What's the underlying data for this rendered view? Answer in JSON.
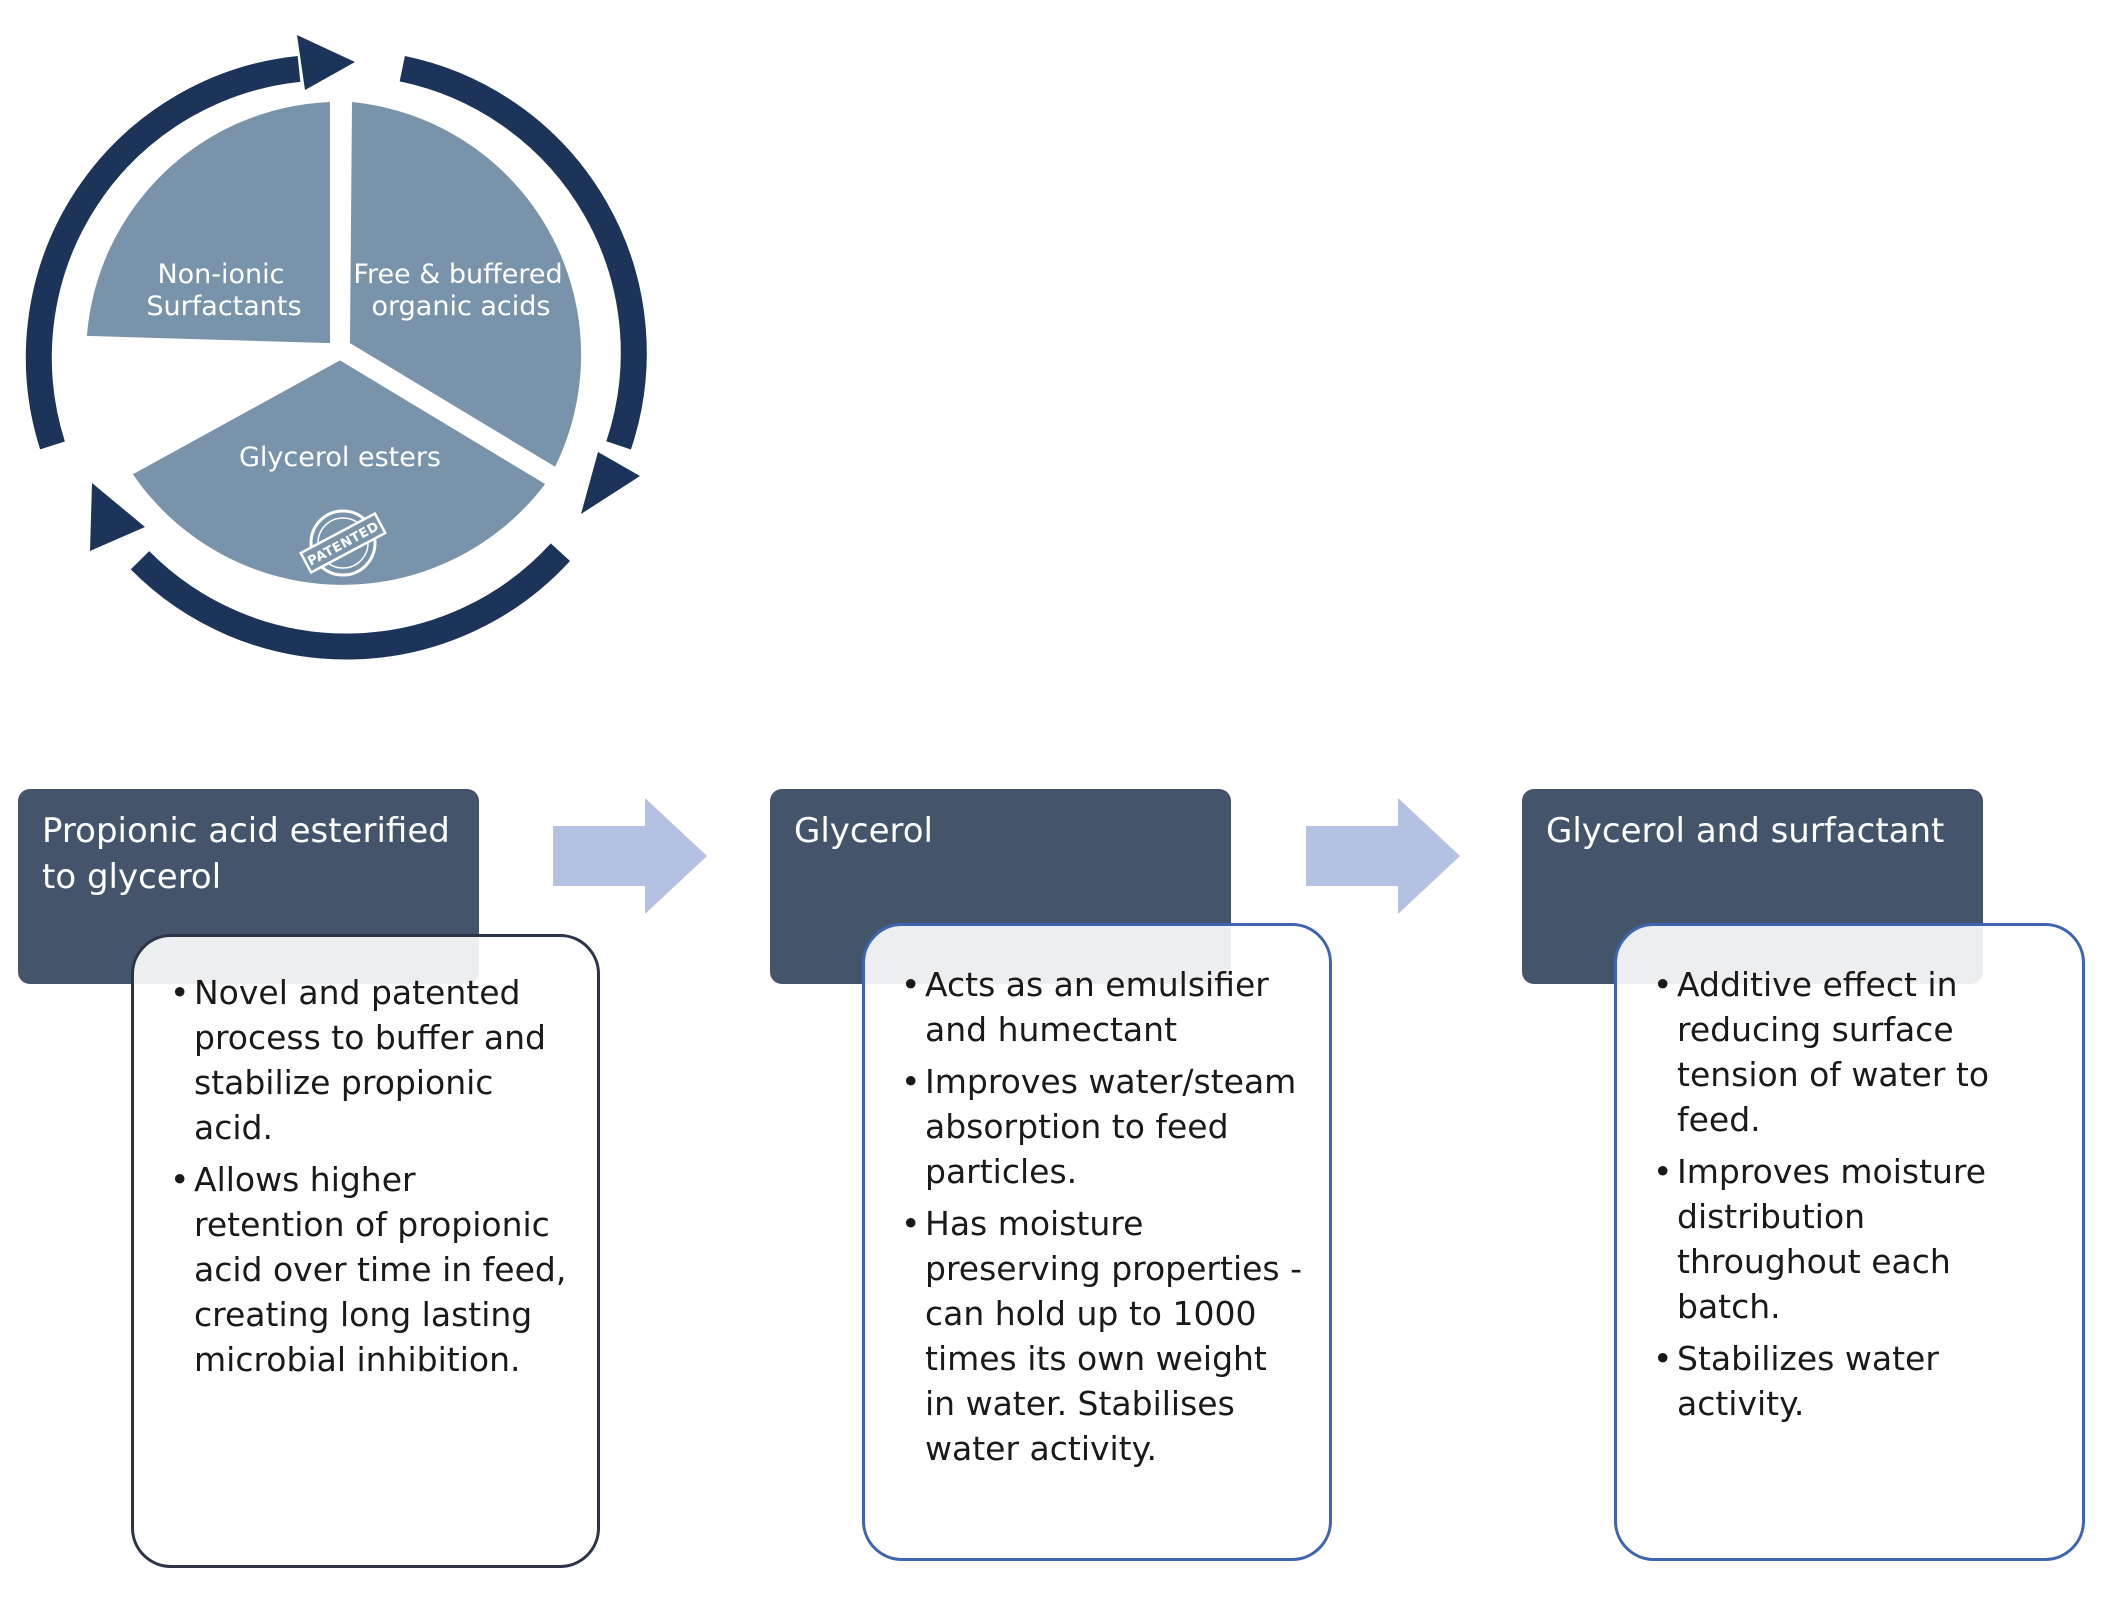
{
  "cycle": {
    "segments": [
      {
        "line1": "Non-ionic",
        "line2": "Surfactants"
      },
      {
        "line1": "Free & buffered",
        "line2": "organic acids"
      },
      {
        "line1": "Glycerol esters",
        "line2": ""
      }
    ],
    "stamp_text": "PATENTED",
    "colors": {
      "ring": "#1c3459",
      "pie": "#7993ab"
    }
  },
  "steps": [
    {
      "header": "Propionic acid esterified to glycerol",
      "bullets": [
        "Novel and patented process to buffer and stabilize propionic acid.",
        "Allows higher retention of propionic acid over time in feed, creating long lasting microbial inhibition."
      ]
    },
    {
      "header": "Glycerol",
      "bullets": [
        "Acts as an emulsifier and humectant",
        "Improves water/steam absorption to feed particles.",
        "Has moisture preserving properties - can hold up to 1000 times its own weight in water. Stabilises water activity."
      ]
    },
    {
      "header": "Glycerol and surfactant",
      "bullets": [
        "Additive effect in reducing surface tension of water to feed.",
        "Improves moisture distribution throughout each batch.",
        "Stabilizes water activity."
      ]
    }
  ],
  "colors": {
    "header_bg": "#44546a",
    "arrow": "#b4c1e2",
    "card_border_1": "#2c3448",
    "card_border_2": "#4065b0"
  }
}
